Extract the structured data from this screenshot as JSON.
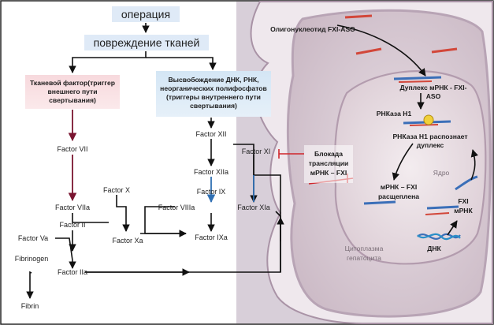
{
  "cascade": {
    "surgery": "операция",
    "tissue_damage": "повреждение тканей",
    "tissue_factor": [
      "Тканевой фактор(триггер",
      "внешнего пути",
      "свертывания)"
    ],
    "release": [
      "Высвобождение ДНК, РНК,",
      "неорганических полифосфатов",
      "(триггеры внутреннего пути",
      "свертывания)"
    ],
    "factor_vii": "Factor VII",
    "factor_viia": "Factor VIIa",
    "factor_x": "Factor X",
    "factor_viiia": "Factor VIIIa",
    "factor_ii": "Factor II",
    "factor_xa": "Factor Xa",
    "factor_va": "Factor Va",
    "fibrinogen": "Fibrinogen",
    "factor_iia": "Factor IIa",
    "fibrin": "Fibrin",
    "factor_xii": "Factor XII",
    "factor_xi": "Factor XI",
    "factor_xiia": "Factor XIIa",
    "factor_ix": "Factor IX",
    "factor_xia": "Factor XIa",
    "factor_ixa": "Factor IXa"
  },
  "block": [
    "Блокада",
    "трансляции",
    "мРНК – FXI"
  ],
  "cell": {
    "aso": "Олигонуклеотид FXI-ASO",
    "duplex": [
      "Дуплекс мРНК - FXI-",
      "ASO"
    ],
    "rnase": "РНКаза Н1",
    "rnase_recog": [
      "РНКаза Н1 распознает",
      "дуплекс"
    ],
    "nucleus": "Ядро",
    "cleaved": [
      "мРНК – FXI",
      "расщеплена"
    ],
    "fxi_mrna": [
      "FXI",
      "мРНК"
    ],
    "dna": "ДНК",
    "cytoplasm": [
      "Цитоплазма",
      "гепатоцита"
    ]
  }
}
